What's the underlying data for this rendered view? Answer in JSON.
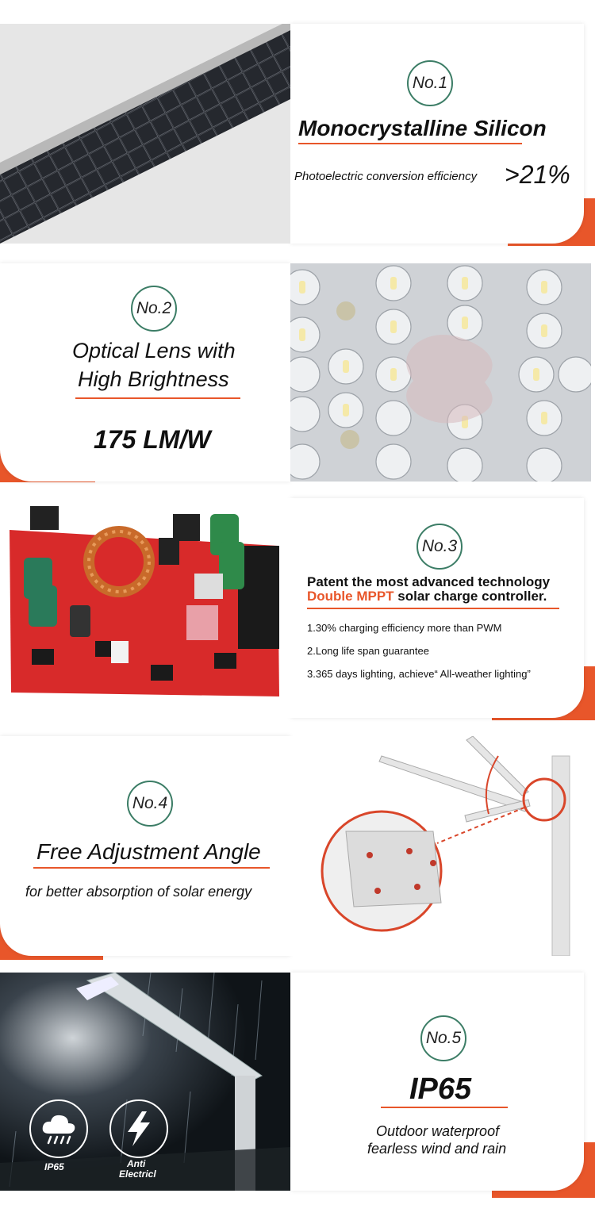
{
  "colors": {
    "accent": "#e8562a",
    "badge_border": "#3c7d66",
    "mppt_red": "#e8562a"
  },
  "sections": [
    {
      "badge": "No.1",
      "title": "Monocrystalline Silicon",
      "subtitle": "Photoelectric conversion efficiency",
      "value": ">21%",
      "image": "solar-panel-image"
    },
    {
      "badge": "No.2",
      "title_line1": "Optical Lens with",
      "title_line2": "High Brightness",
      "value": "175 LM/W",
      "image": "led-lens-image"
    },
    {
      "badge": "No.3",
      "title_line1": "Patent the most advanced technology",
      "title_line2_highlight": "Double MPPT",
      "title_line2_rest": " solar charge controller.",
      "points": [
        "1.30% charging efficiency more than PWM",
        "2.Long life span guarantee",
        "3.365 days lighting, achieve“ All-weather lighting”"
      ],
      "image": "circuit-board-image"
    },
    {
      "badge": "No.4",
      "title": "Free Adjustment Angle",
      "subtitle": "for better absorption of solar energy",
      "image": "angle-bracket-image"
    },
    {
      "badge": "No.5",
      "title": "IP65",
      "subtitle_line1": "Outdoor waterproof",
      "subtitle_line2": "fearless wind and rain",
      "icons": [
        {
          "name": "rain-cloud-icon",
          "label": "IP65"
        },
        {
          "name": "lightning-icon",
          "label_line1": "Anti",
          "label_line2": "Electricl"
        }
      ],
      "image": "street-light-rain-image"
    }
  ]
}
